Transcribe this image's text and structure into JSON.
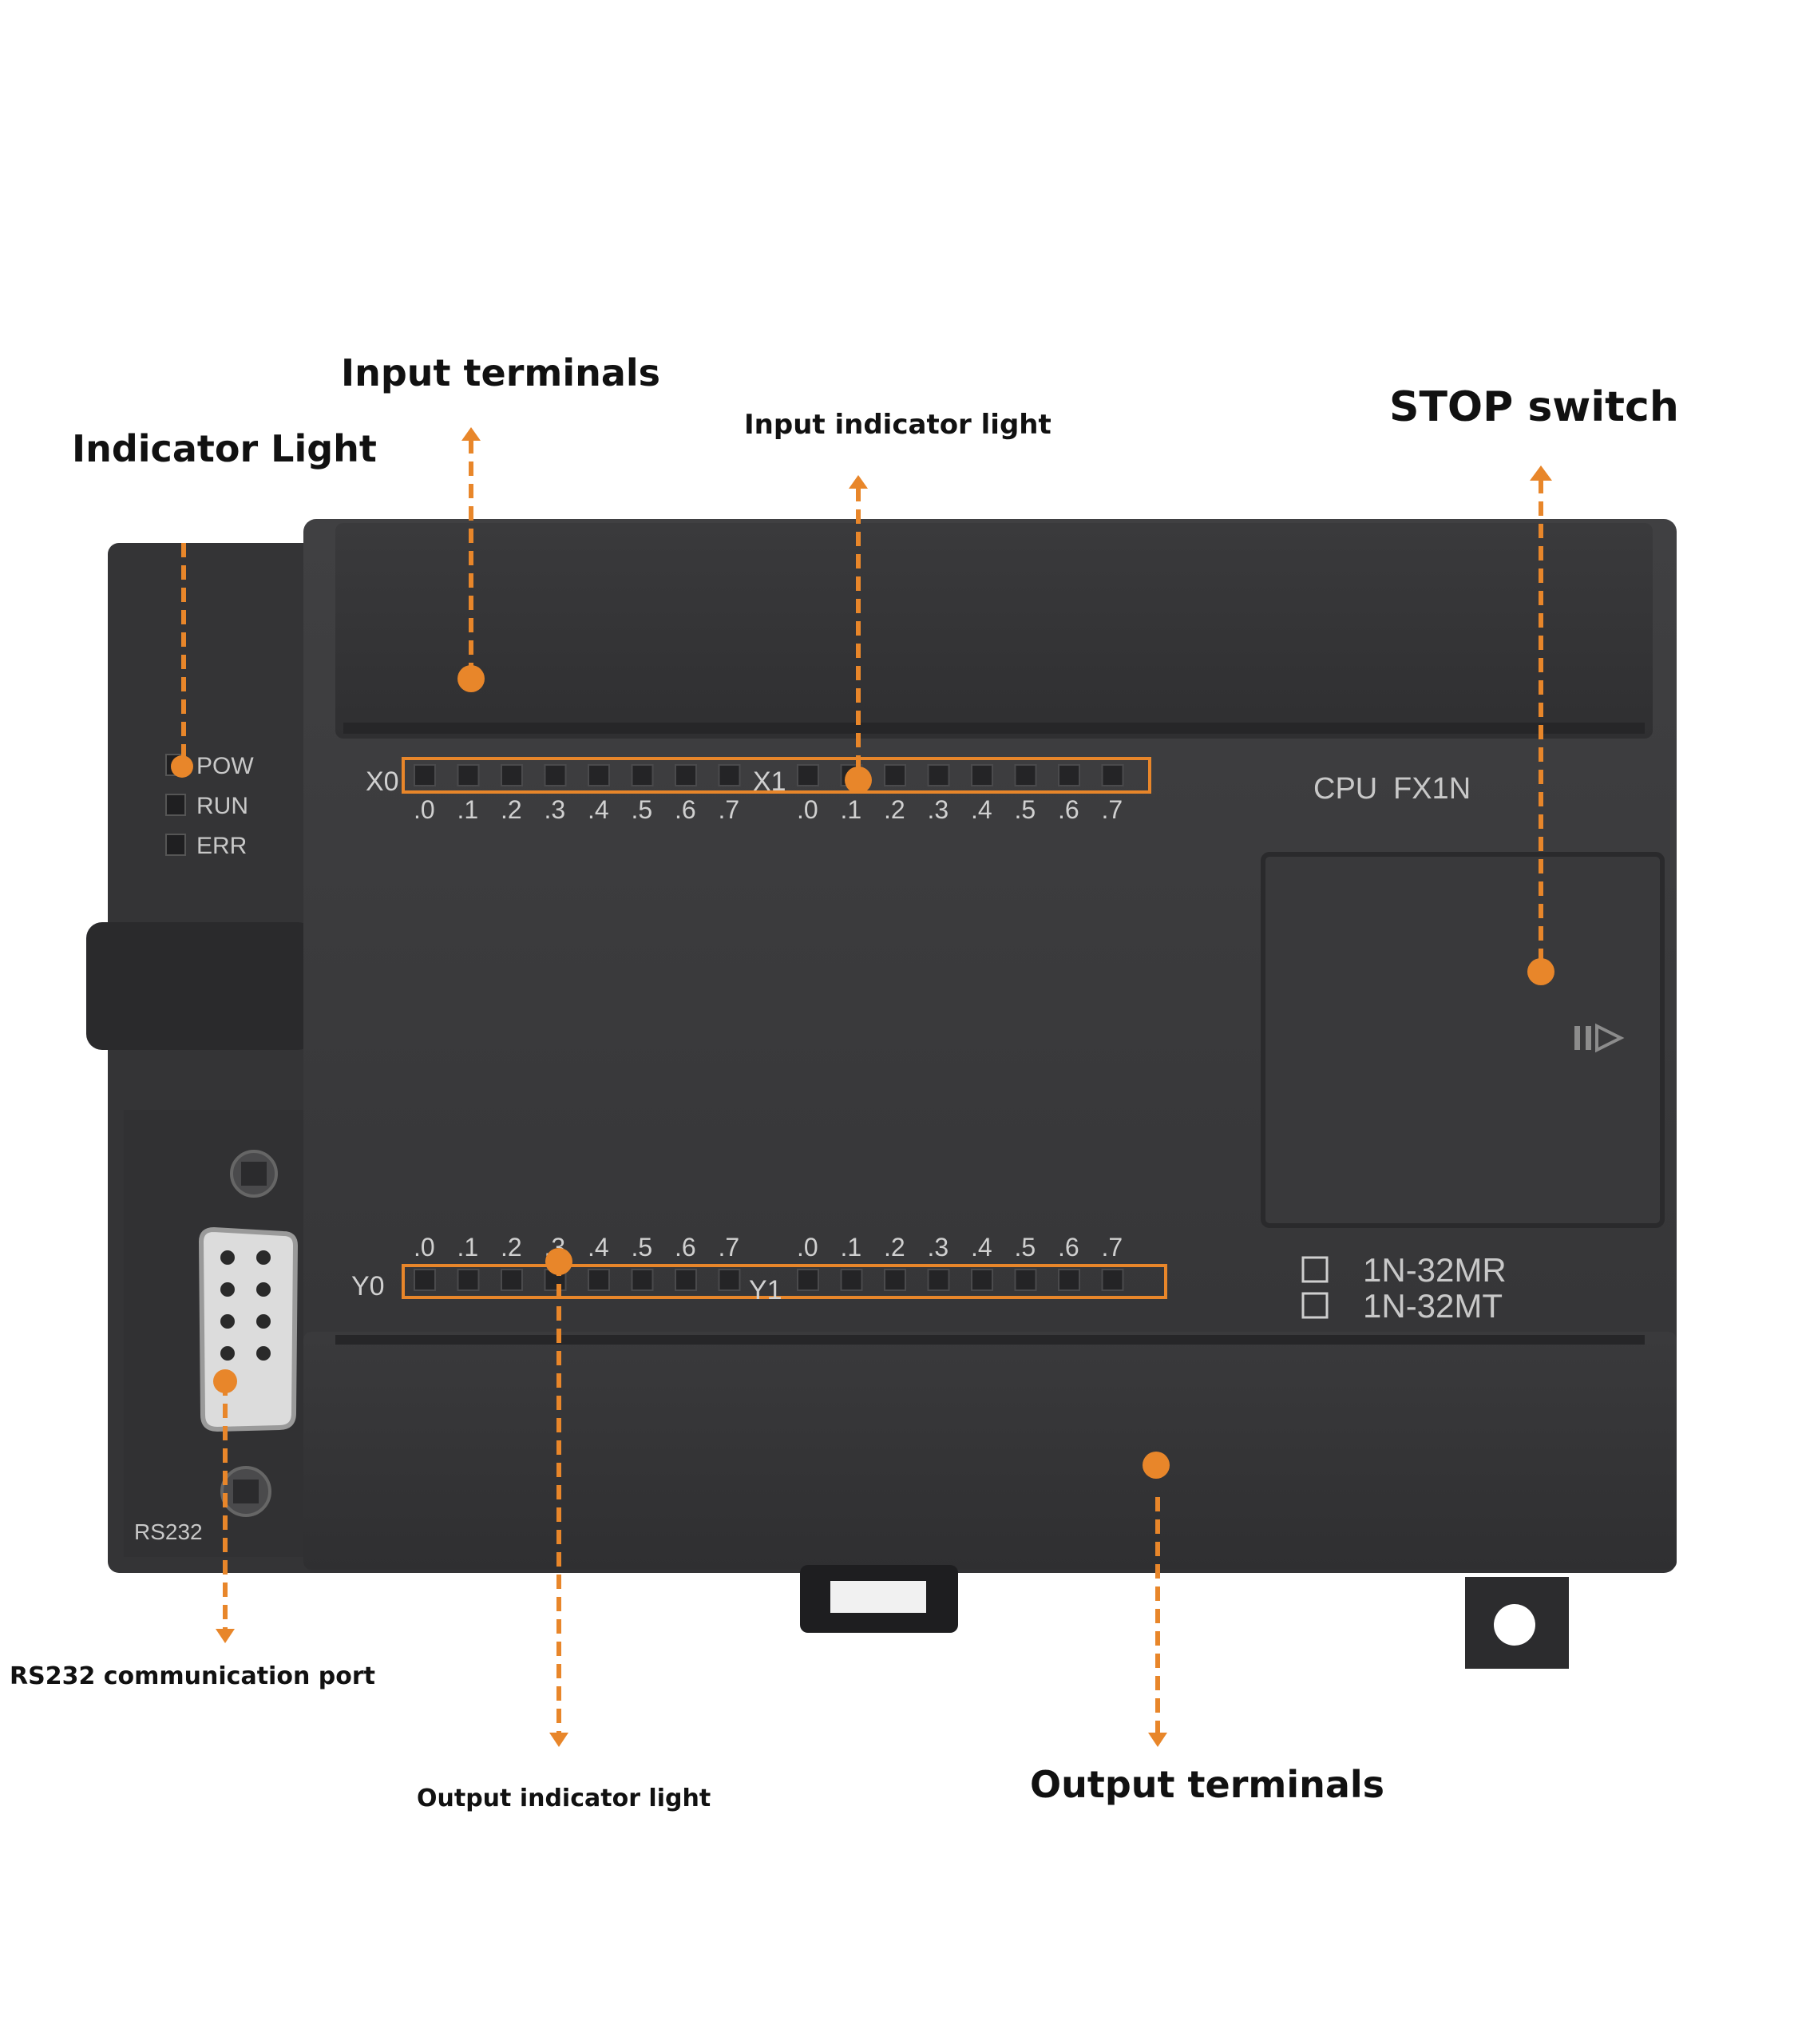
{
  "callouts": {
    "indicator_light": "Indicator Light",
    "input_terminals": "Input terminals",
    "input_indicator_light": "Input indicator light",
    "stop_switch": "STOP switch",
    "rs232_port": "RS232 communication port",
    "output_indicator_light": "Output indicator light",
    "output_terminals": "Output terminals"
  },
  "device": {
    "status_leds": [
      "POW",
      "RUN",
      "ERR"
    ],
    "input_group_x0": "X0",
    "input_group_x1": "X1",
    "output_group_y0": "Y0",
    "output_group_y1": "Y1",
    "channel_labels": [
      ".0",
      ".1",
      ".2",
      ".3",
      ".4",
      ".5",
      ".6",
      ".7"
    ],
    "cpu_label": "CPU",
    "model_label": "FX1N",
    "variant_mr": "1N-32MR",
    "variant_mt": "1N-32MT",
    "port_label": "RS232"
  },
  "colors": {
    "accent": "#e8862a",
    "body": "#3d3d3f",
    "body_dark": "#2c2c2e",
    "background": "#ffffff"
  }
}
